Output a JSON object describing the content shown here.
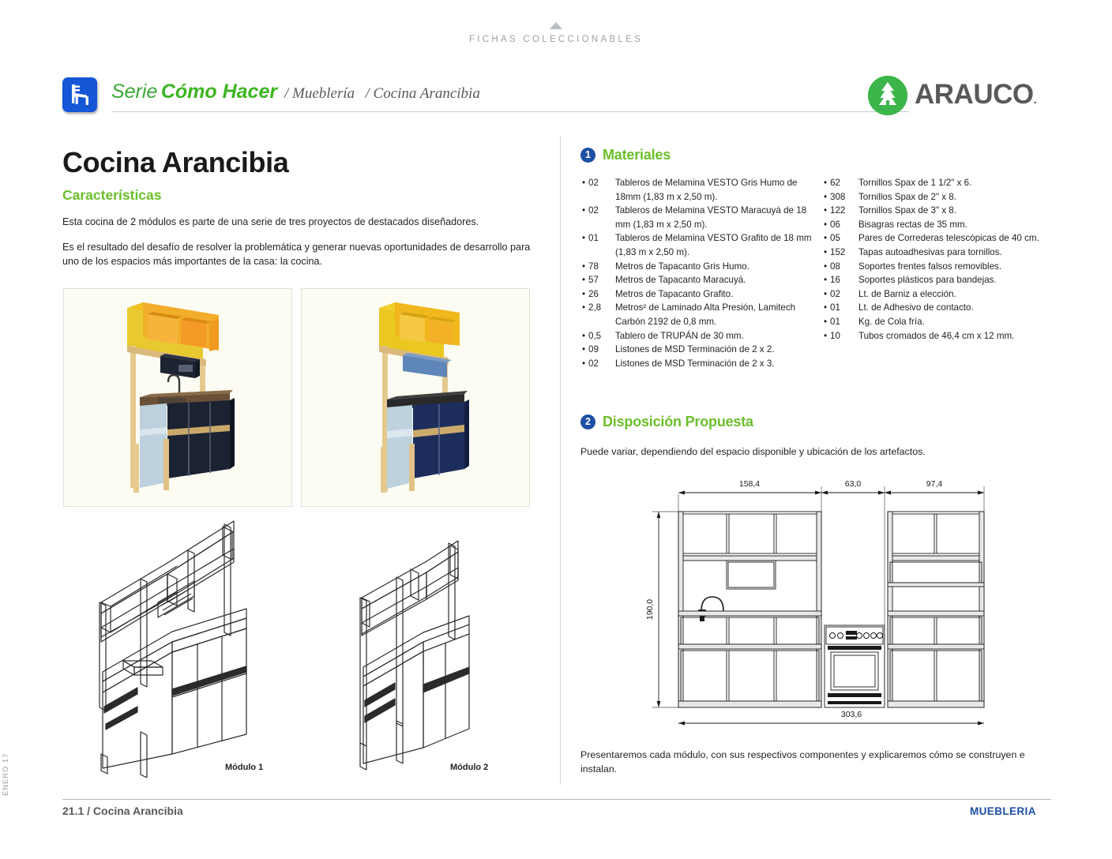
{
  "banner": {
    "text": "FICHAS COLECCIONABLES",
    "triangle_icon": "triangle-up-icon"
  },
  "header": {
    "logo_icon": "chair-logo-icon",
    "serie_word": "Serie",
    "serie_brand": "Cómo Hacer",
    "category": "/ Mueblería",
    "project": "/ Cocina Arancibia",
    "brand_name": "ARAUCO",
    "brand_registered": ".",
    "brand_mark_icon": "arauco-tree-icon",
    "colors": {
      "green": "#3cb521",
      "brand_gray": "#58595b",
      "blue": "#1557d6"
    }
  },
  "left": {
    "title": "Cocina Arancibia",
    "subhead": "Características",
    "paragraph_1": "Esta cocina de 2 módulos es parte de una serie de tres proyectos de destacados diseñadores.",
    "paragraph_2": "Es el resultado del desafío de resolver la problemática y generar nuevas oportunidades de desarrollo para uno de los espacios más importantes de la casa: la cocina.",
    "photo_1_name": "photo-kitchen-module-1",
    "photo_2_name": "photo-kitchen-module-2",
    "iso_1_label": "Módulo 1",
    "iso_2_label": "Módulo 2"
  },
  "sections": {
    "materiales": {
      "number": "1",
      "title": "Materiales"
    },
    "disposicion": {
      "number": "2",
      "title": "Disposición Propuesta",
      "note": "Puede variar, dependiendo del espacio disponible y ubicación de los artefactos.",
      "closing": "Presentaremos cada módulo, con sus respectivos componentes y explicaremos cómo se construyen e instalan."
    }
  },
  "materials_col1": [
    {
      "qty": "02",
      "text": "Tableros de Melamina VESTO Gris Humo de 18mm (1,83 m x 2,50 m)."
    },
    {
      "qty": "02",
      "text": "Tableros de Melamina VESTO Maracuyá de 18 mm (1,83 m x 2,50 m)."
    },
    {
      "qty": "01",
      "text": "Tableros de Melamina VESTO Grafito de 18 mm (1,83 m x 2,50 m)."
    },
    {
      "qty": "78",
      "text": "Metros de Tapacanto Gris Humo."
    },
    {
      "qty": "57",
      "text": "Metros de Tapacanto Maracuyá."
    },
    {
      "qty": "26",
      "text": "Metros de Tapacanto Grafito."
    },
    {
      "qty": "2,8",
      "text": "Metros² de Laminado Alta Presión, Lamitech Carbón 2192 de 0,8 mm."
    },
    {
      "qty": "0,5",
      "text": "Tablero de TRUPÁN de 30 mm."
    },
    {
      "qty": "09",
      "text": "Listones de MSD Terminación de 2 x 2."
    },
    {
      "qty": "02",
      "text": "Listones de MSD Terminación de 2 x 3."
    }
  ],
  "materials_col2": [
    {
      "qty": "62",
      "text": "Tornillos Spax de 1 1/2\" x 6."
    },
    {
      "qty": "308",
      "text": "Tornillos Spax de 2\" x 8."
    },
    {
      "qty": "122",
      "text": "Tornillos Spax de 3\" x 8."
    },
    {
      "qty": "06",
      "text": "Bisagras rectas de 35 mm."
    },
    {
      "qty": "05",
      "text": "Pares de Correderas telescópicas de 40 cm."
    },
    {
      "qty": "152",
      "text": "Tapas autoadhesivas para tornillos."
    },
    {
      "qty": "08",
      "text": "Soportes frentes falsos removibles."
    },
    {
      "qty": "16",
      "text": "Soportes plásticos para bandejas."
    },
    {
      "qty": "02",
      "text": "Lt. de Barniz a elección."
    },
    {
      "qty": "01",
      "text": "Lt. de Adhesivo de contacto."
    },
    {
      "qty": "01",
      "text": "Kg. de Cola fría."
    },
    {
      "qty": "10",
      "text": "Tubos cromados de 46,4 cm x 12 mm."
    }
  ],
  "elevation": {
    "dim_top_left": "158,4",
    "dim_top_mid": "63,0",
    "dim_top_right": "97,4",
    "dim_height": "190,0",
    "dim_bottom": "303,6",
    "faucet_icon": "faucet-icon",
    "stove_icon": "stove-oven-icon"
  },
  "footer": {
    "side_stamp": "ENERO 17",
    "left": "21.1 / Cocina Arancibia",
    "right": "MUEBLERIA"
  }
}
